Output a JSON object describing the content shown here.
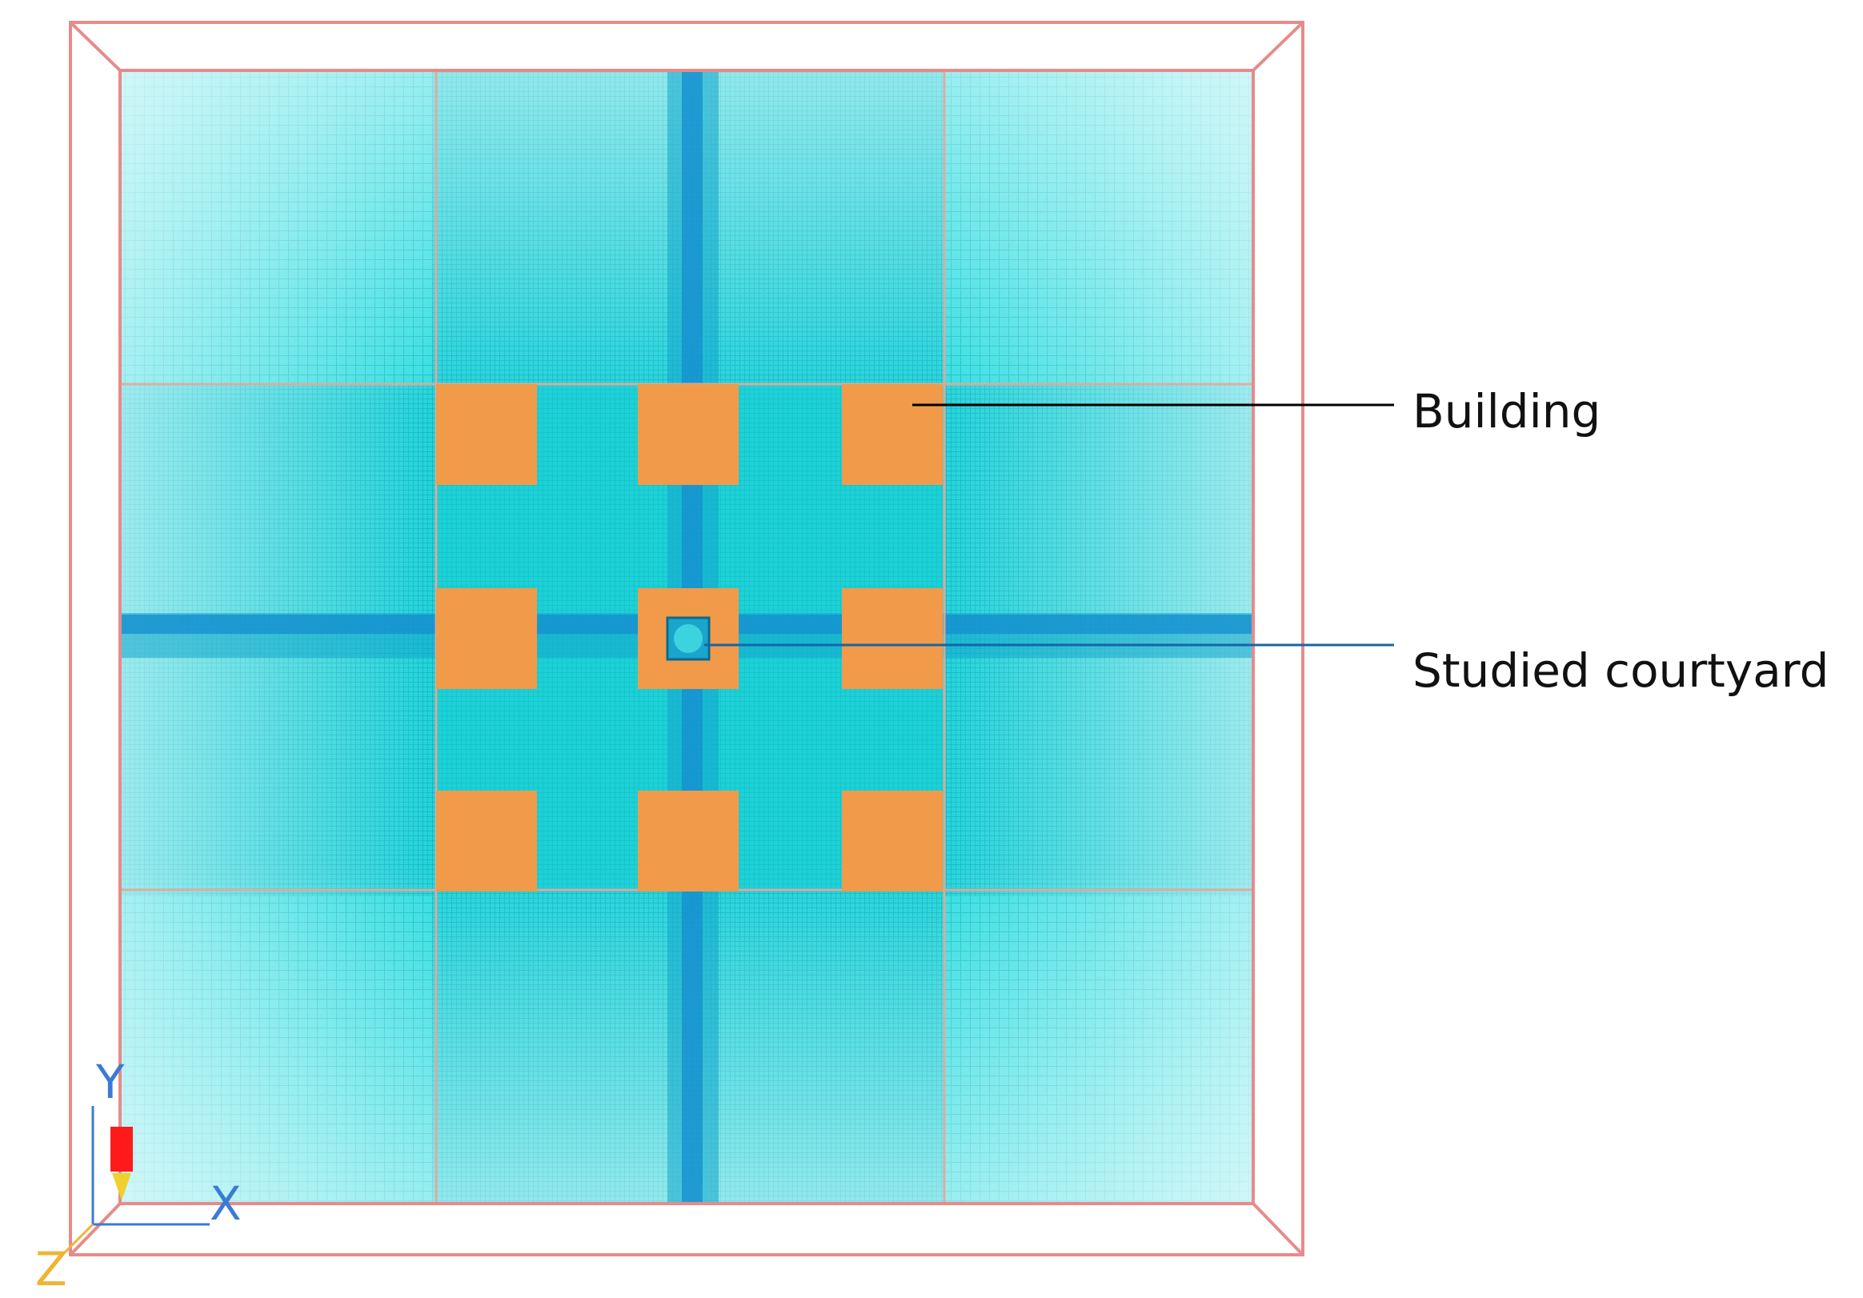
{
  "labels": {
    "building": "Building",
    "courtyard": "Studied courtyard"
  },
  "axes": {
    "x": "X",
    "y": "Y",
    "z": "Z"
  },
  "colors": {
    "background": "#ffffff",
    "domain_outline": "#e88a8a",
    "mesh_base": "#19d3d6",
    "mesh_line": "#12c6cc",
    "mesh_dense": "#0fb6c4",
    "refined_band": "#1a9fd0",
    "building": "#f19a4a",
    "leader_line_building": "#000000",
    "leader_line_courtyard": "#1565a8",
    "axis_x": "#3a7bd5",
    "axis_y": "#3a7bd5",
    "axis_z": "#f0b432",
    "axis_marker": "#ff1a1a"
  },
  "icons": [
    "axis-triad-icon"
  ]
}
